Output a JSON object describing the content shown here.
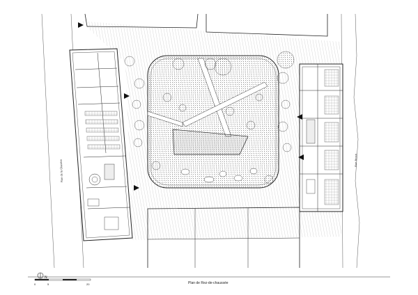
{
  "street_left": "Rue de la Glacière",
  "street_right": "Rue Brocà",
  "drawing_title": "Plan de Rez-de-chaussée",
  "north_label": "N",
  "scale": {
    "start": "0",
    "mid": "5",
    "end": "20"
  },
  "colors": {
    "line": "#222222",
    "hatch": "#9a9a9a",
    "tree": "#555555",
    "paper": "#ffffff"
  }
}
